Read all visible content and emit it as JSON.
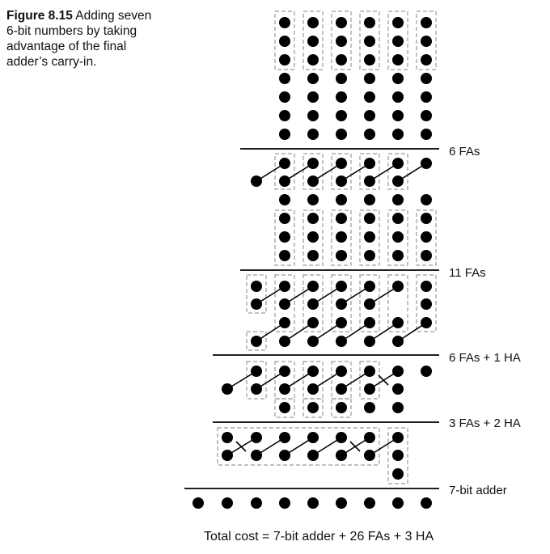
{
  "caption": {
    "figure_label": "Figure 8.15",
    "text": "Adding seven 6-bit numbers by taking advantage of the final adder’s carry-in."
  },
  "stages": [
    {
      "label": "6 FAs"
    },
    {
      "label": "11 FAs"
    },
    {
      "label": "6 FAs + 1 HA"
    },
    {
      "label": "3 FAs + 2 HA"
    },
    {
      "label": "7-bit adder"
    }
  ],
  "total": "Total cost  = 7-bit adder + 26 FAs + 3 HA",
  "colors": {
    "dot": "#000000",
    "line": "#000000",
    "box": "#9a9a9a"
  }
}
